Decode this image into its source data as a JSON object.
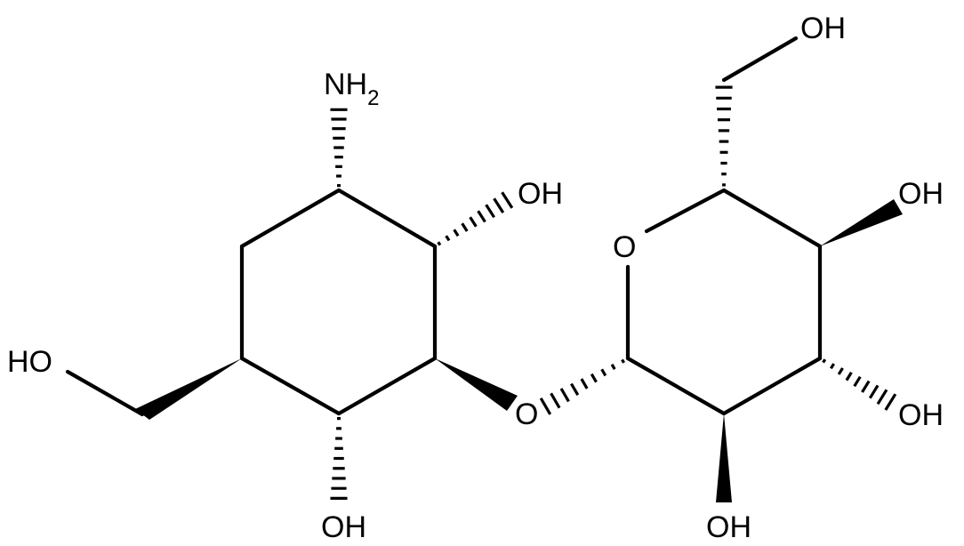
{
  "molecule": {
    "labels": {
      "nh2_main": "NH",
      "nh2_sub": "2",
      "oh_ring_top": "OH",
      "ho_left": "HO",
      "oh_bottom_left": "OH",
      "o_bridge": "O",
      "o_ring": "O",
      "oh_top_right": "OH",
      "oh_right_upper": "OH",
      "oh_right_lower": "OH",
      "oh_bottom_right": "OH"
    }
  }
}
